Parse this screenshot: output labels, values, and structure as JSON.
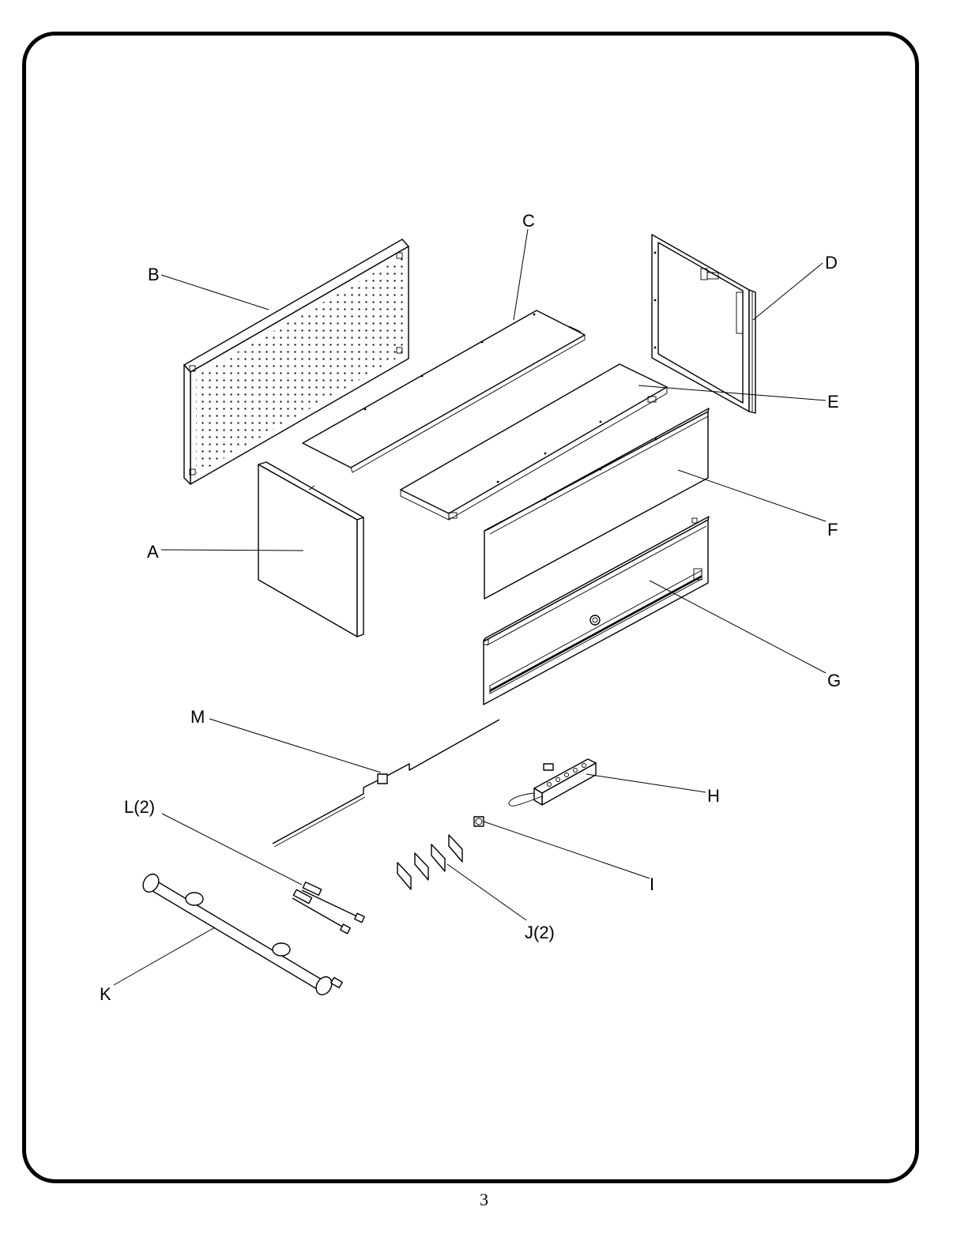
{
  "labels": {
    "A": "A",
    "B": "B",
    "C": "C",
    "D": "D",
    "E": "E",
    "F": "F",
    "G": "G",
    "H": "H",
    "I": "I",
    "J": "J(2)",
    "K": "K",
    "L": "L(2)",
    "M": "M"
  },
  "page_number": "3"
}
